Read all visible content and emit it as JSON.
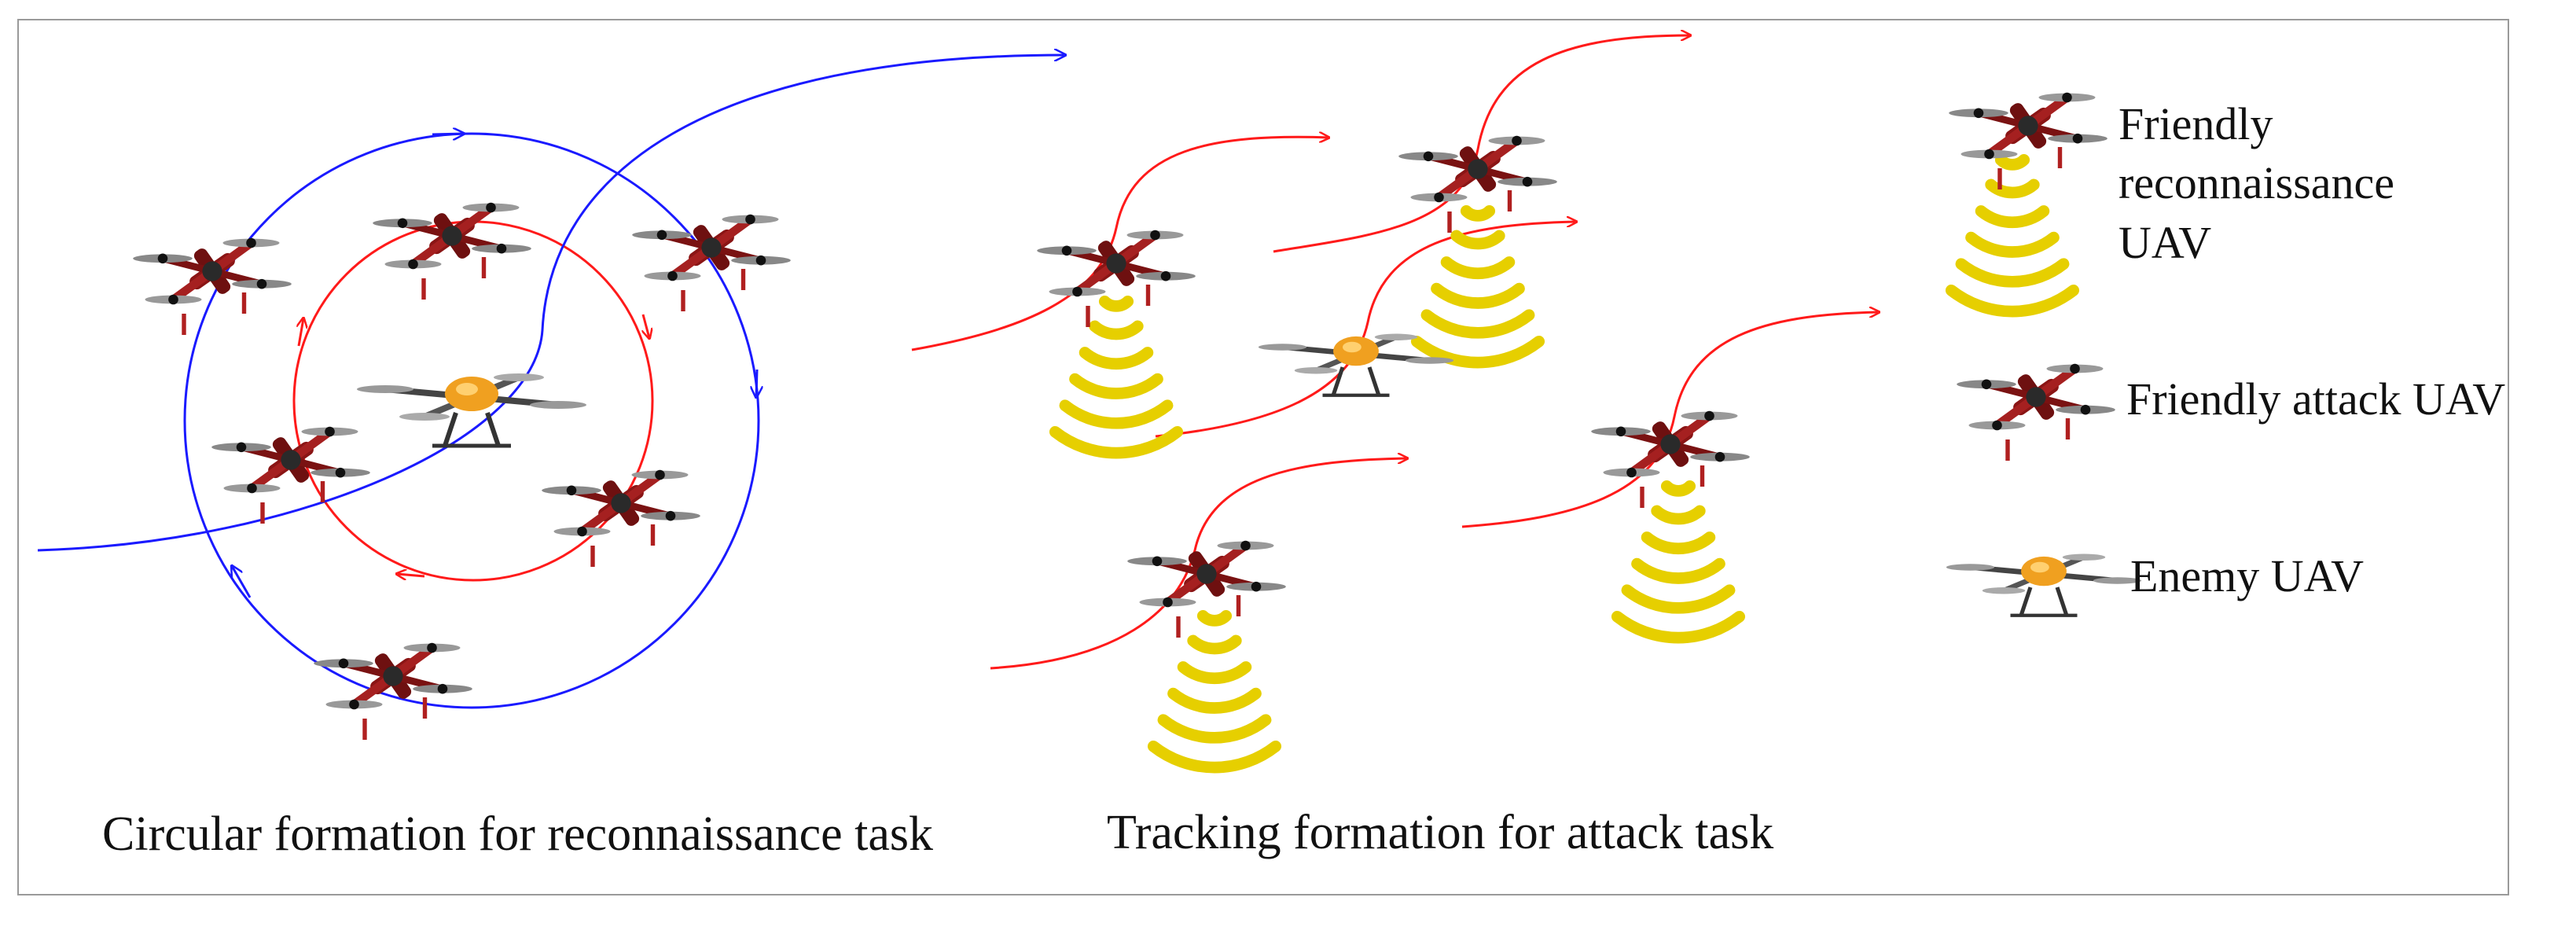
{
  "captions": {
    "circular": "Circular formation for reconnaissance task",
    "tracking": "Tracking formation for attack task"
  },
  "legend": {
    "recon_line1": "Friendly",
    "recon_line2": "reconnaissance",
    "recon_line3": "UAV",
    "attack": "Friendly attack UAV",
    "enemy": "Enemy UAV"
  },
  "colors": {
    "outer_path": "#1a1aff",
    "inner_path": "#ff1a1a",
    "signal": "#e6cf00",
    "friendly_body": "#9b1b1b",
    "enemy_body": "#f0a020"
  }
}
